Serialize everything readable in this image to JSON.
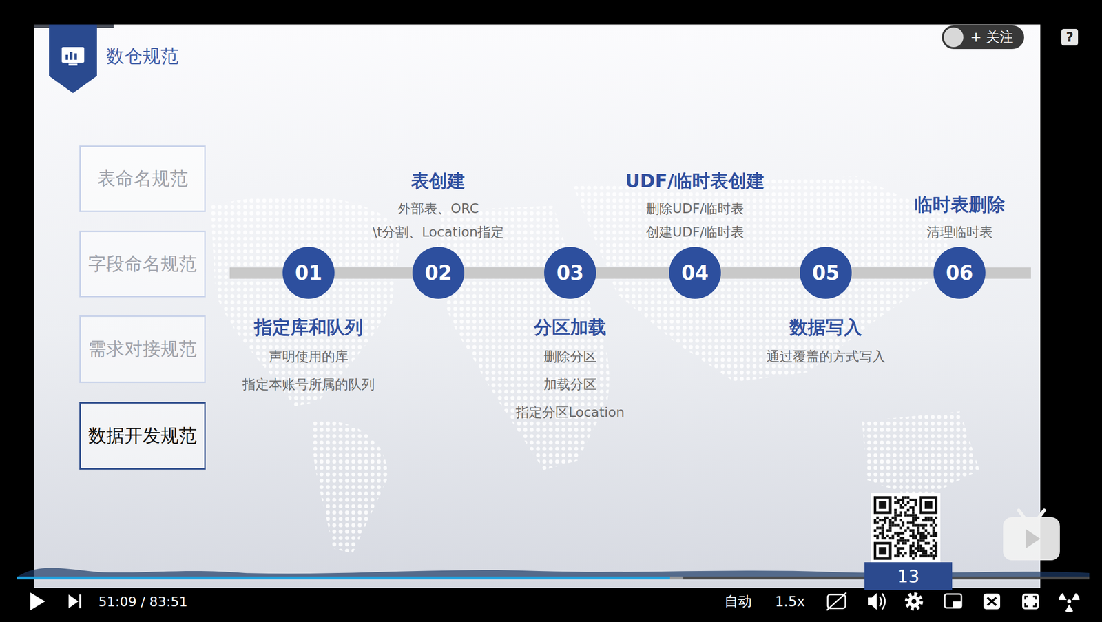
{
  "diagram": {
    "title": "数仓规范",
    "nodes": [
      {
        "text": [
          "+ 关注"
        ]
      },
      {
        "text": [
          "表命名规范"
        ]
      },
      {
        "text": [
          "字段命名规范"
        ]
      },
      {
        "text": [
          "需求对接规范"
        ]
      },
      {
        "text": [
          "数据开发规范"
        ]
      },
      {
        "text": [
          "01",
          "指定库和队列",
          "声明使用的库",
          "指定本账号所属的队列"
        ]
      },
      {
        "text": [
          "02",
          "表创建",
          "外部表、ORC",
          "\\t分割、Location指定"
        ]
      },
      {
        "text": [
          "03",
          "分区加载",
          "删除分区",
          "加载分区",
          "指定分区Location"
        ]
      },
      {
        "text": [
          "04",
          "UDF/临时表创建",
          "删除UDF/临时表",
          "创建UDF/临时表"
        ]
      },
      {
        "text": [
          "05",
          "数据写入",
          "通过覆盖的方式写入"
        ]
      },
      {
        "text": [
          "06",
          "临时表删除",
          "清理临时表"
        ]
      },
      {
        "text": [
          "13"
        ]
      }
    ],
    "edges": [
      {
        "from": 5,
        "to": 6,
        "arrow": "none"
      },
      {
        "from": 6,
        "to": 7,
        "arrow": "none"
      },
      {
        "from": 7,
        "to": 8,
        "arrow": "none"
      },
      {
        "from": 8,
        "to": 9,
        "arrow": "none"
      },
      {
        "from": 9,
        "to": 10,
        "arrow": "none"
      }
    ],
    "labels": [
      "?",
      "51:09 / 83:51",
      "自动",
      "1.5x"
    ]
  }
}
